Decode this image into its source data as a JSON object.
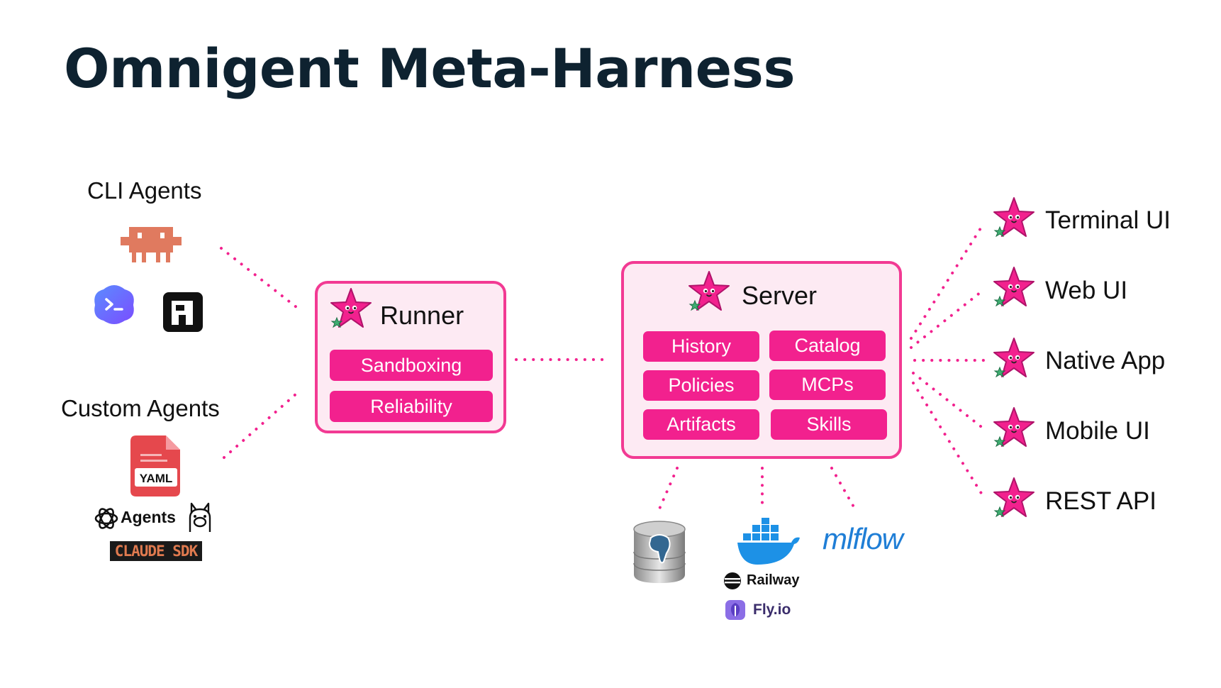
{
  "title": "Omnigent Meta-Harness",
  "left": {
    "cli_agents_label": "CLI Agents",
    "custom_agents_label": "Custom Agents",
    "yaml_label": "YAML",
    "agents_label": "Agents",
    "claude_sdk_label": "CLAUDE SDK"
  },
  "runner": {
    "title": "Runner",
    "items": [
      "Sandboxing",
      "Reliability"
    ]
  },
  "server": {
    "title": "Server",
    "items": [
      "History",
      "Catalog",
      "Policies",
      "MCPs",
      "Artifacts",
      "Skills"
    ]
  },
  "infra": {
    "railway_label": "Railway",
    "flyio_label": "Fly.io",
    "mlflow_label": "mlflow"
  },
  "outputs": [
    "Terminal UI",
    "Web UI",
    "Native App",
    "Mobile UI",
    "REST API"
  ],
  "colors": {
    "accent": "#f2218e",
    "box_border": "#f23a93",
    "box_fill": "#fdeaf3",
    "title": "#0e2230"
  }
}
